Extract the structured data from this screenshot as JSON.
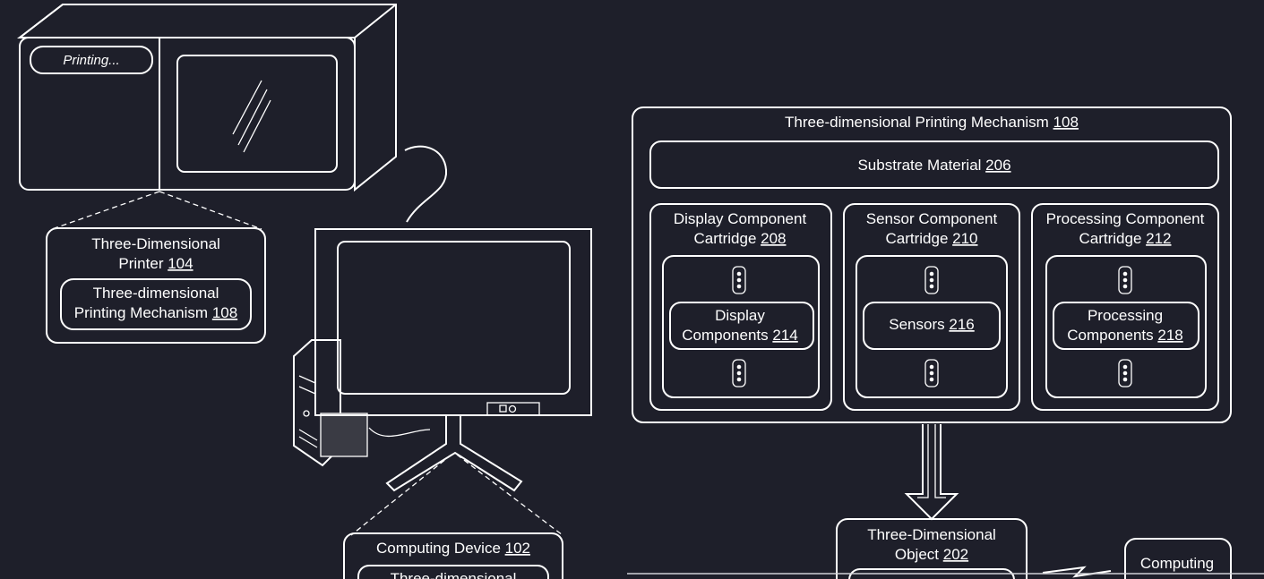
{
  "printer": {
    "status": "Printing...",
    "label_line1": "Three-Dimensional",
    "label_line2": "Printer ",
    "label_ref": "104",
    "mech_line1": "Three-dimensional",
    "mech_line2": "Printing Mechanism ",
    "mech_ref": "108"
  },
  "computing_device": {
    "label": "Computing Device ",
    "ref": "102",
    "sub_line1": "Three-dimensional"
  },
  "mechanism": {
    "title": "Three-dimensional Printing Mechanism ",
    "ref": "108",
    "substrate_label": "Substrate Material ",
    "substrate_ref": "206",
    "cartridges": [
      {
        "line1": "Display Component",
        "line2": "Cartridge ",
        "ref": "208",
        "inner_line1": "Display",
        "inner_line2": "Components ",
        "inner_ref": "214"
      },
      {
        "line1": "Sensor Component",
        "line2": "Cartridge ",
        "ref": "210",
        "inner_line1": "",
        "inner_line2": "Sensors ",
        "inner_ref": "216"
      },
      {
        "line1": "Processing Component",
        "line2": "Cartridge ",
        "ref": "212",
        "inner_line1": "Processing",
        "inner_line2": "Components ",
        "inner_ref": "218"
      }
    ]
  },
  "object": {
    "line1": "Three-Dimensional",
    "line2": "Object ",
    "ref": "202"
  },
  "computing_partial": {
    "label": "Computing"
  }
}
